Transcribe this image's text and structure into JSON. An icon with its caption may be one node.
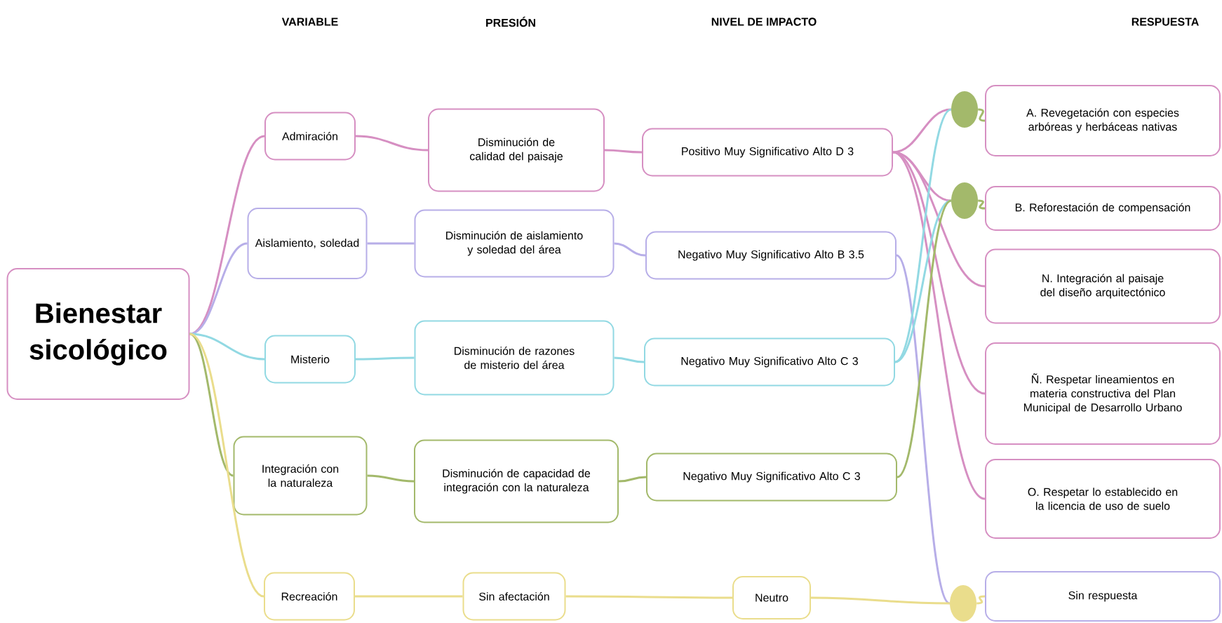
{
  "diagram": {
    "nodes": [
      {
        "text": [
          "Bienestar sicológico"
        ]
      },
      {
        "text": [
          "Admiración"
        ]
      },
      {
        "text": [
          "Aislamiento, soledad"
        ]
      },
      {
        "text": [
          "Misterio"
        ]
      },
      {
        "text": [
          "Integración con la naturaleza"
        ]
      },
      {
        "text": [
          "Recreación"
        ]
      },
      {
        "text": [
          "Disminución de calidad del paisaje"
        ]
      },
      {
        "text": [
          "Disminución de aislamiento y soledad del área"
        ]
      },
      {
        "text": [
          "Disminución de razones de misterio del área"
        ]
      },
      {
        "text": [
          "Disminución de capacidad de integración con la naturaleza"
        ]
      },
      {
        "text": [
          "Sin afectación"
        ]
      },
      {
        "text": [
          "Positivo Muy Significativo Alto D 3"
        ]
      },
      {
        "text": [
          "Negativo Muy Significativo Alto B 3.5"
        ]
      },
      {
        "text": [
          "Negativo Muy Significativo Alto C 3"
        ]
      },
      {
        "text": [
          "Negativo Muy Significativo Alto C 3"
        ]
      },
      {
        "text": [
          "Neutro"
        ]
      },
      {
        "text": [],
        "shape": "circle"
      },
      {
        "text": [],
        "shape": "circle"
      },
      {
        "text": [],
        "shape": "circle"
      },
      {
        "text": [
          "A. Revegetación con especies arbóreas y herbáceas nativas"
        ]
      },
      {
        "text": [
          "B. Reforestación de compensación"
        ]
      },
      {
        "text": [
          "N. Integración al paisaje del diseño arquitectónico"
        ]
      },
      {
        "text": [
          "Ñ. Respetar lineamientos en materia constructiva del Plan Municipal de Desarrollo Urbano"
        ]
      },
      {
        "text": [
          "O. Respetar lo establecido en la licencia de uso de suelo"
        ]
      },
      {
        "text": [
          "Sin respuesta"
        ]
      }
    ],
    "edges": [
      {
        "from": 0,
        "to": 1,
        "arrow": "none"
      },
      {
        "from": 0,
        "to": 2,
        "arrow": "none",
        "color": "#b7aee8"
      },
      {
        "from": 0,
        "to": 3,
        "arrow": "none",
        "color": "#92d9e3"
      },
      {
        "from": 0,
        "to": 4,
        "arrow": "none",
        "color": "#a3b96b"
      },
      {
        "from": 0,
        "to": 5,
        "arrow": "none",
        "color": "#eadd8c"
      },
      {
        "from": 1,
        "to": 6,
        "arrow": "none"
      },
      {
        "from": 2,
        "to": 7,
        "arrow": "none",
        "color": "#b7aee8"
      },
      {
        "from": 3,
        "to": 8,
        "arrow": "none",
        "color": "#92d9e3"
      },
      {
        "from": 4,
        "to": 9,
        "arrow": "none",
        "color": "#a3b96b"
      },
      {
        "from": 5,
        "to": 10,
        "arrow": "none",
        "color": "#eadd8c"
      },
      {
        "from": 6,
        "to": 11,
        "arrow": "none"
      },
      {
        "from": 7,
        "to": 12,
        "arrow": "none",
        "color": "#b7aee8"
      },
      {
        "from": 8,
        "to": 13,
        "arrow": "none",
        "color": "#92d9e3"
      },
      {
        "from": 9,
        "to": 14,
        "arrow": "none",
        "color": "#a3b96b"
      },
      {
        "from": 10,
        "to": 15,
        "arrow": "none",
        "color": "#eadd8c"
      },
      {
        "from": 11,
        "to": 16,
        "arrow": "none"
      },
      {
        "from": 11,
        "to": 17,
        "arrow": "none"
      },
      {
        "from": 11,
        "to": 21,
        "arrow": "none"
      },
      {
        "from": 11,
        "to": 22,
        "arrow": "none"
      },
      {
        "from": 11,
        "to": 23,
        "arrow": "none"
      },
      {
        "from": 12,
        "to": 18,
        "arrow": "none",
        "color": "#b7aee8"
      },
      {
        "from": 13,
        "to": 16,
        "arrow": "none",
        "color": "#92d9e3"
      },
      {
        "from": 13,
        "to": 17,
        "arrow": "none",
        "color": "#92d9e3"
      },
      {
        "from": 14,
        "to": 17,
        "arrow": "none",
        "color": "#a3b96b"
      },
      {
        "from": 15,
        "to": 18,
        "arrow": "none",
        "color": "#eadd8c"
      },
      {
        "from": 16,
        "to": 19,
        "arrow": "none",
        "color": "#a3b96b"
      },
      {
        "from": 17,
        "to": 20,
        "arrow": "none",
        "color": "#a3b96b"
      },
      {
        "from": 18,
        "to": 24,
        "arrow": "none",
        "color": "#eadd8c"
      }
    ],
    "labels": [
      "VARIABLE",
      "PRESIÓN",
      "NIVEL DE IMPACTO",
      "RESPUESTA"
    ]
  }
}
